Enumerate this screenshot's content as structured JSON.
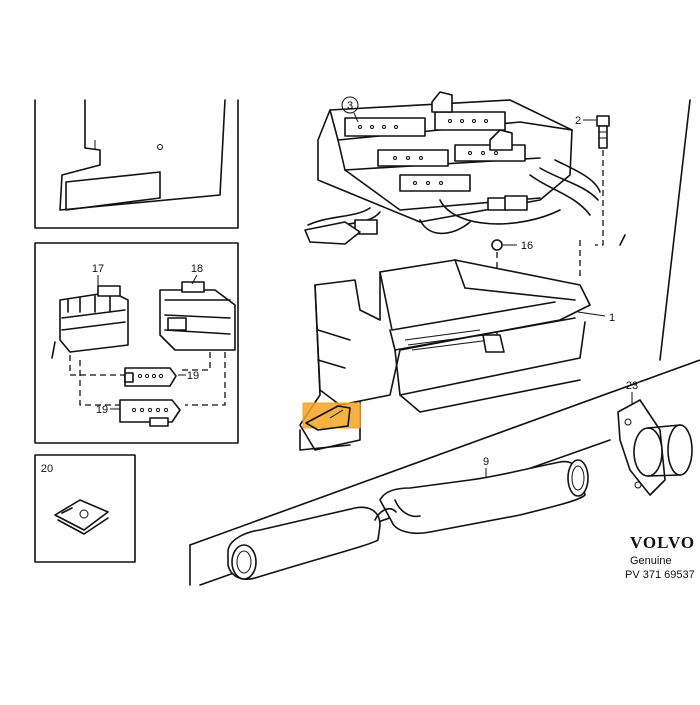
{
  "callouts": {
    "c1": "1",
    "c2": "2",
    "c3": "3",
    "c9": "9",
    "c16": "16",
    "c17": "17",
    "c18": "18",
    "c19a": "19",
    "c19b": "19",
    "c20": "20",
    "c23": "23"
  },
  "brand": {
    "name": "VOLVO",
    "line1": "Genuine",
    "line2": "PV 371 69537"
  },
  "colors": {
    "highlight": "#f5a623",
    "ink": "#111111"
  }
}
